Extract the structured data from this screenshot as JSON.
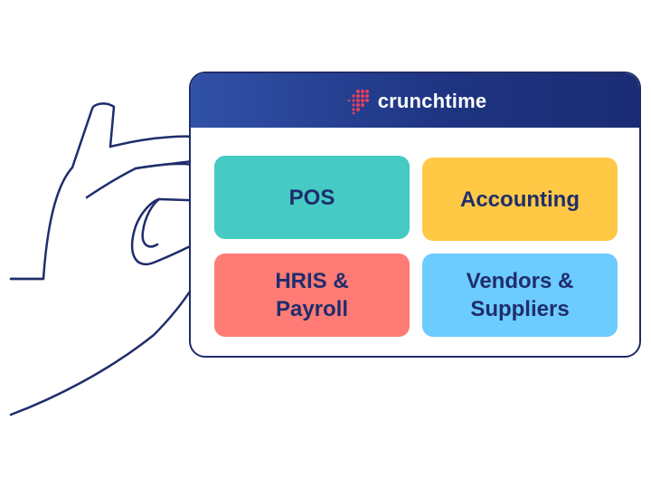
{
  "brand": {
    "name": "crunchtime",
    "accent": "#e8405a",
    "header_color": "#1f3583"
  },
  "tiles": [
    {
      "label": "POS",
      "color": "#45cbc4"
    },
    {
      "label": "Accounting",
      "color": "#ffc845"
    },
    {
      "label": "HRIS &\nPayroll",
      "color": "#ff7b76"
    },
    {
      "label": "Vendors &\nSuppliers",
      "color": "#6ccbff"
    }
  ],
  "illustration": {
    "icon": "hand-icon",
    "stroke_color": "#1f2d6b"
  }
}
